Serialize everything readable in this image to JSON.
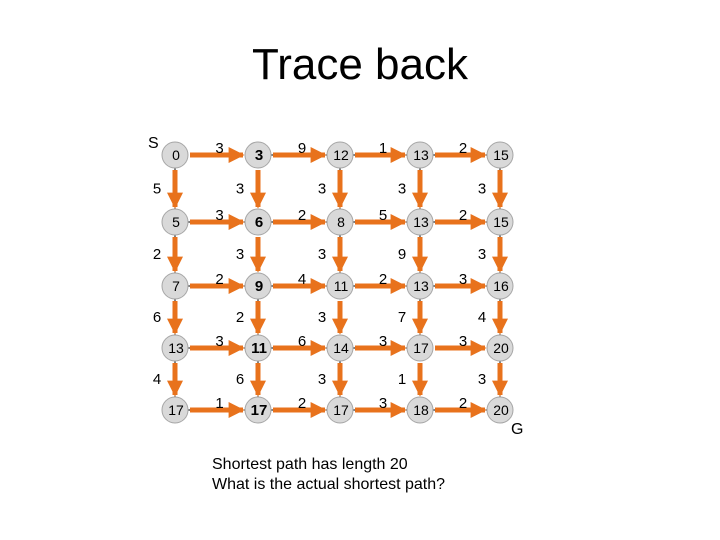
{
  "title": "Trace back",
  "start_label": "S",
  "goal_label": "G",
  "nodes": [
    [
      "0",
      "3",
      "12",
      "13",
      "15"
    ],
    [
      "5",
      "6",
      "8",
      "13",
      "15"
    ],
    [
      "7",
      "9",
      "11",
      "13",
      "16"
    ],
    [
      "13",
      "11",
      "14",
      "17",
      "20"
    ],
    [
      "17",
      "17",
      "17",
      "18",
      "20"
    ]
  ],
  "horizontal_weights": [
    [
      "3",
      "9",
      "1",
      "2"
    ],
    [
      "3",
      "2",
      "5",
      "2"
    ],
    [
      "2",
      "4",
      "2",
      "3"
    ],
    [
      "3",
      "6",
      "3",
      "3"
    ],
    [
      "1",
      "2",
      "3",
      "2"
    ]
  ],
  "vertical_weights": [
    [
      "5",
      "3",
      "3",
      "3",
      "3"
    ],
    [
      "2",
      "3",
      "3",
      "9",
      "3"
    ],
    [
      "6",
      "2",
      "3",
      "7",
      "4"
    ],
    [
      "4",
      "6",
      "3",
      "1",
      "3"
    ]
  ],
  "caption": {
    "line1": "Shortest path has length 20",
    "line2": "What is the actual shortest path?"
  },
  "colors": {
    "arrow": "#e8721c",
    "node_fill": "#d9d9d9",
    "node_stroke": "#a6a6a6",
    "edge": "#000000"
  }
}
